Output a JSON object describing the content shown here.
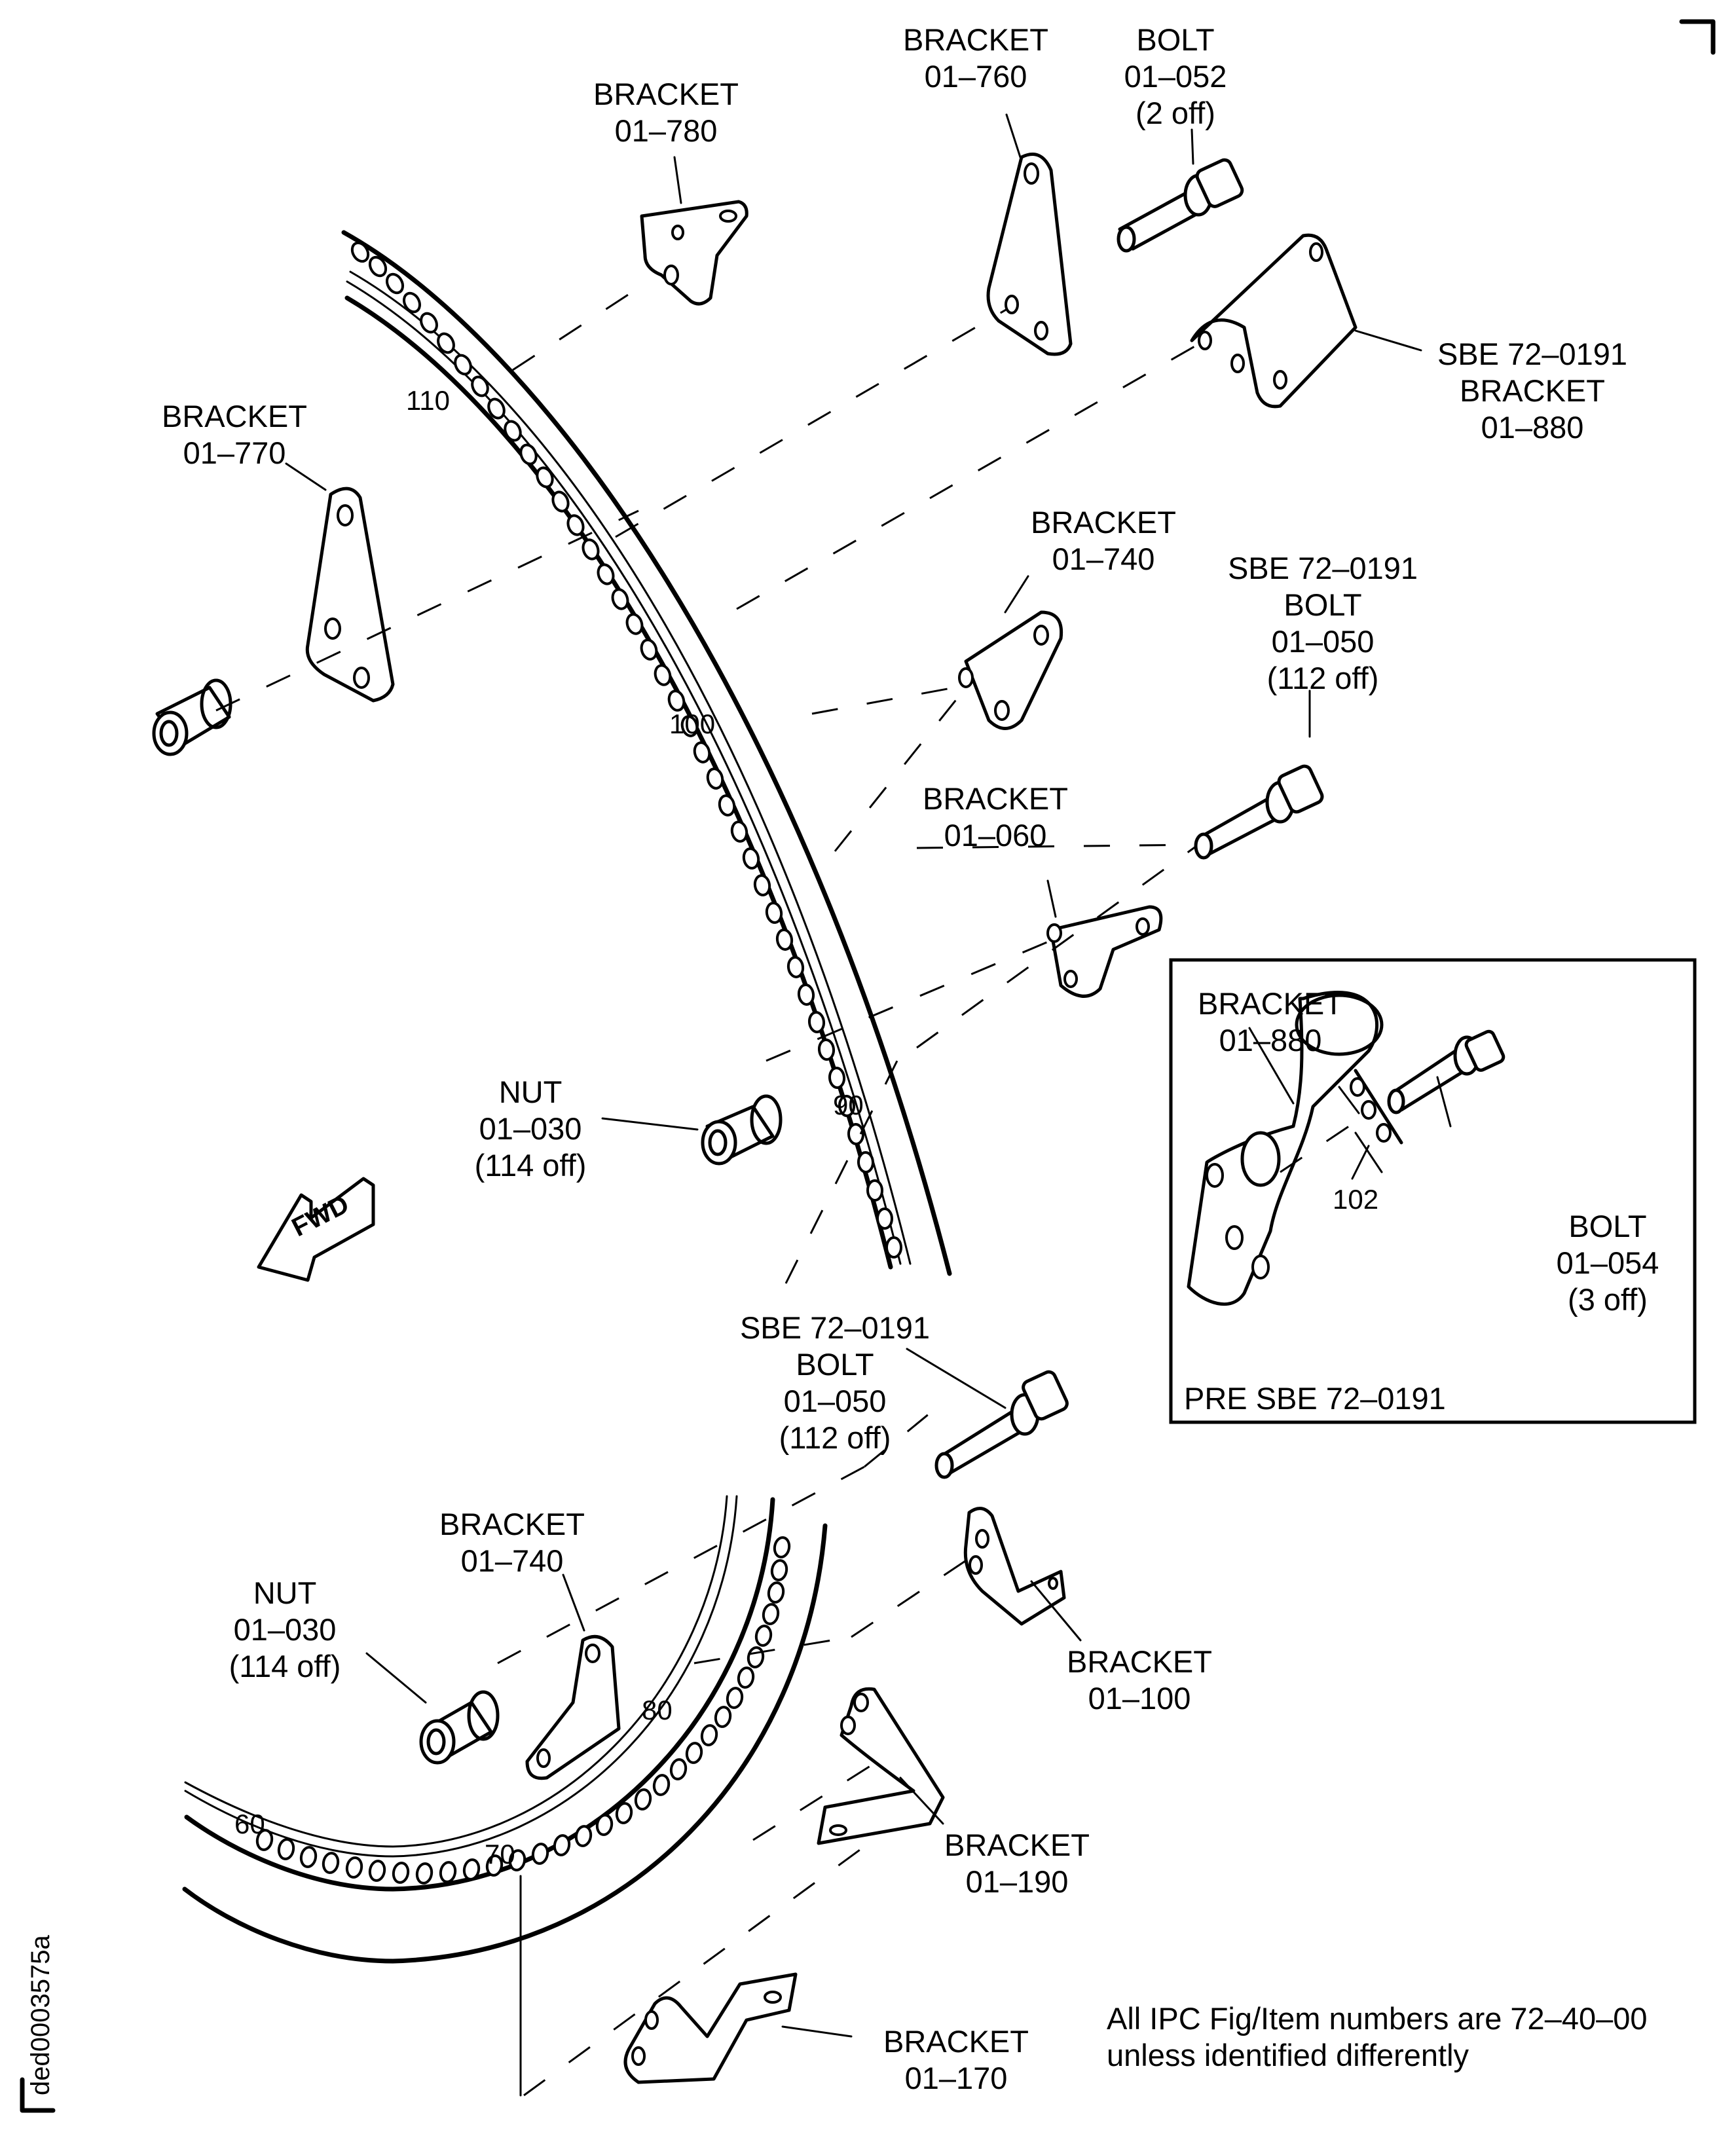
{
  "figure": {
    "reference_id": "ded0003575a",
    "note": {
      "line1": "All IPC Fig/Item numbers are 72–40–00",
      "line2": "unless identified differently"
    },
    "direction_marker": "FWD",
    "ring_station_numbers": [
      "110",
      "100",
      "90",
      "80",
      "70",
      "60"
    ],
    "callouts": [
      {
        "id": "bracket-01-780",
        "lines": [
          "BRACKET",
          "01–780"
        ]
      },
      {
        "id": "bracket-01-760",
        "lines": [
          "BRACKET",
          "01–760"
        ]
      },
      {
        "id": "bolt-01-052",
        "lines": [
          "BOLT",
          "01–052",
          "(2 off)"
        ]
      },
      {
        "id": "bracket-01-880",
        "lines": [
          "SBE 72–0191",
          "BRACKET",
          "01–880"
        ]
      },
      {
        "id": "bracket-01-770",
        "lines": [
          "BRACKET",
          "01–770"
        ]
      },
      {
        "id": "bracket-01-740-upper",
        "lines": [
          "BRACKET",
          "01–740"
        ]
      },
      {
        "id": "bolt-01-050-upper",
        "lines": [
          "SBE 72–0191",
          "BOLT",
          "01–050",
          "(112 off)"
        ]
      },
      {
        "id": "bracket-01-060",
        "lines": [
          "BRACKET",
          "01–060"
        ]
      },
      {
        "id": "nut-01-030-upper",
        "lines": [
          "NUT",
          "01–030",
          "(114 off)"
        ]
      },
      {
        "id": "bolt-01-050-lower",
        "lines": [
          "SBE 72–0191",
          "BOLT",
          "01–050",
          "(112 off)"
        ]
      },
      {
        "id": "bracket-01-740-lower",
        "lines": [
          "BRACKET",
          "01–740"
        ]
      },
      {
        "id": "nut-01-030-lower",
        "lines": [
          "NUT",
          "01–030",
          "(114 off)"
        ]
      },
      {
        "id": "bracket-01-100",
        "lines": [
          "BRACKET",
          "01–100"
        ]
      },
      {
        "id": "bracket-01-190",
        "lines": [
          "BRACKET",
          "01–190"
        ]
      },
      {
        "id": "bracket-01-170",
        "lines": [
          "BRACKET",
          "01–170"
        ]
      }
    ],
    "inset": {
      "title": "PRE SBE 72–0191",
      "station_number": "102",
      "callouts": [
        {
          "id": "inset-bracket-01-880",
          "lines": [
            "BRACKET",
            "01–880"
          ]
        },
        {
          "id": "inset-bolt-01-054",
          "lines": [
            "BOLT",
            "01–054",
            "(3 off)"
          ]
        }
      ]
    }
  }
}
